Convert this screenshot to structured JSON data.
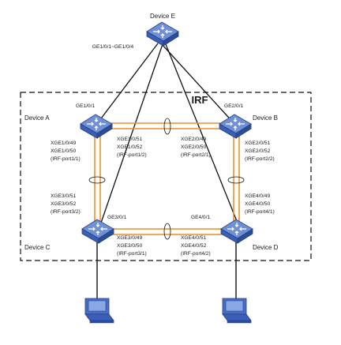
{
  "diagram": {
    "title": "IRF",
    "colors": {
      "switch_top": "#6f8fd6",
      "switch_side": "#3b5fb8",
      "irf_link": "#e8912d",
      "line": "#111111",
      "boundary": "#111111"
    },
    "devices": {
      "e": {
        "name": "Device E",
        "icon": "switch-icon"
      },
      "a": {
        "name": "Device A",
        "icon": "switch-icon"
      },
      "b": {
        "name": "Device B",
        "icon": "switch-icon"
      },
      "c": {
        "name": "Device C",
        "icon": "switch-icon"
      },
      "d": {
        "name": "Device D",
        "icon": "switch-icon"
      }
    },
    "hosts": [
      {
        "icon": "pc-icon"
      },
      {
        "icon": "pc-icon"
      }
    ],
    "ports": {
      "e_uplinks": "GE1/0/1~GE1/0/4",
      "a_up": "GE1/0/1",
      "b_up": "GE2/0/1",
      "c_up": "GE3/0/1",
      "d_up": "GE4/0/1",
      "a_vertical": [
        "XGE1/0/49",
        "XGE1/0/50",
        "(IRF-port1/1)"
      ],
      "a_horizontal": [
        "XGE1/0/51",
        "XGE1/0/52",
        "(IRF-port1/2)"
      ],
      "b_horizontal": [
        "XGE2/0/49",
        "XGE2/0/50",
        "(IRF-port2/1)"
      ],
      "b_vertical": [
        "XGE2/0/51",
        "XGE2/0/52",
        "(IRF-port2/2)"
      ],
      "c_vertical": [
        "XGE3/0/51",
        "XGE3/0/52",
        "(IRF-port3/2)"
      ],
      "c_horizontal": [
        "XGE3/0/49",
        "XGE3/0/50",
        "(IRF-port3/1)"
      ],
      "d_vertical": [
        "XGE4/0/49",
        "XGE4/0/50",
        "(IRF-port4/1)"
      ],
      "d_horizontal": [
        "XGE4/0/51",
        "XGE4/0/52",
        "(IRF-port4/2)"
      ]
    }
  }
}
